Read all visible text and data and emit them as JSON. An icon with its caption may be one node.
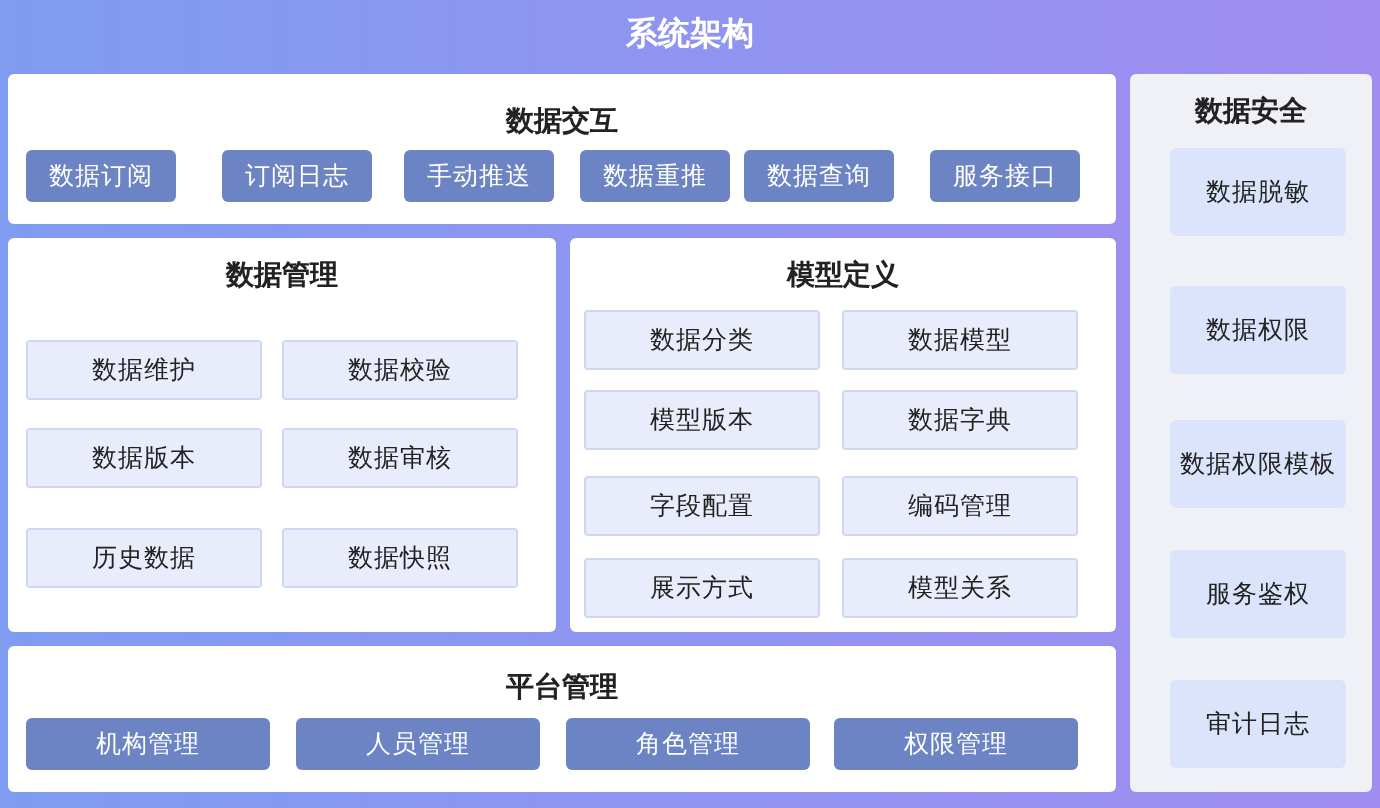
{
  "diagram": {
    "title": "系统架构",
    "nodes": [
      {
        "text": [
          "数据交互"
        ]
      },
      {
        "text": [
          "数据订阅"
        ],
        "in": 0
      },
      {
        "text": [
          "订阅日志"
        ],
        "in": 0
      },
      {
        "text": [
          "手动推送"
        ],
        "in": 0
      },
      {
        "text": [
          "数据重推"
        ],
        "in": 0
      },
      {
        "text": [
          "数据查询"
        ],
        "in": 0
      },
      {
        "text": [
          "服务接口"
        ],
        "in": 0
      },
      {
        "text": [
          "数据管理"
        ]
      },
      {
        "text": [
          "数据维护"
        ],
        "in": 7
      },
      {
        "text": [
          "数据校验"
        ],
        "in": 7
      },
      {
        "text": [
          "数据版本"
        ],
        "in": 7
      },
      {
        "text": [
          "数据审核"
        ],
        "in": 7
      },
      {
        "text": [
          "历史数据"
        ],
        "in": 7
      },
      {
        "text": [
          "数据快照"
        ],
        "in": 7
      },
      {
        "text": [
          "模型定义"
        ]
      },
      {
        "text": [
          "数据分类"
        ],
        "in": 14
      },
      {
        "text": [
          "数据模型"
        ],
        "in": 14
      },
      {
        "text": [
          "模型版本"
        ],
        "in": 14
      },
      {
        "text": [
          "数据字典"
        ],
        "in": 14
      },
      {
        "text": [
          "字段配置"
        ],
        "in": 14
      },
      {
        "text": [
          "编码管理"
        ],
        "in": 14
      },
      {
        "text": [
          "展示方式"
        ],
        "in": 14
      },
      {
        "text": [
          "模型关系"
        ],
        "in": 14
      },
      {
        "text": [
          "平台管理"
        ]
      },
      {
        "text": [
          "机构管理"
        ],
        "in": 23
      },
      {
        "text": [
          "人员管理"
        ],
        "in": 23
      },
      {
        "text": [
          "角色管理"
        ],
        "in": 23
      },
      {
        "text": [
          "权限管理"
        ],
        "in": 23
      },
      {
        "text": [
          "数据安全"
        ]
      },
      {
        "text": [
          "数据脱敏"
        ],
        "in": 28
      },
      {
        "text": [
          "数据权限"
        ],
        "in": 28
      },
      {
        "text": [
          "数据权限模板"
        ],
        "in": 28
      },
      {
        "text": [
          "服务鉴权"
        ],
        "in": 28
      },
      {
        "text": [
          "审计日志"
        ],
        "in": 28
      }
    ]
  }
}
